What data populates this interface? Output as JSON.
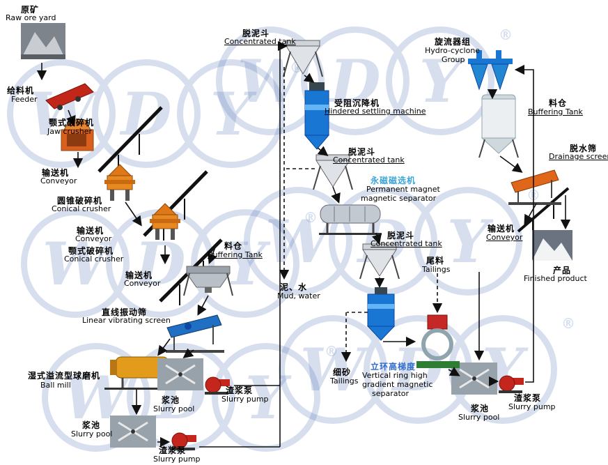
{
  "watermark": {
    "letters": [
      "W",
      "D",
      "Y"
    ],
    "registered": "®"
  },
  "colors": {
    "watermark": "#3b63ae",
    "highlight_teal": "#3aa4d8",
    "highlight_blue": "#2f6bd0",
    "arrow": "#111111"
  },
  "labels": {
    "raw_ore": {
      "cn": "原矿",
      "en": "Raw ore yard"
    },
    "feeder": {
      "cn": "给料机",
      "en": "Feeder"
    },
    "jaw_crusher": {
      "cn": "颚式破碎机",
      "en": "Jaw crusher"
    },
    "conveyor1": {
      "cn": "输送机",
      "en": "Conveyor"
    },
    "conical_crusher1": {
      "cn": "圆锥破碎机",
      "en": "Conical crusher"
    },
    "conveyor2": {
      "cn": "输送机",
      "en": "Conveyor"
    },
    "conical_crusher2": {
      "cn": "颚式破碎机",
      "en": "Conical crusher"
    },
    "conveyor3": {
      "cn": "输送机",
      "en": "Conveyor"
    },
    "buffering_tank1": {
      "cn": "料仓",
      "en": "Buffering Tank"
    },
    "vibrating_screen": {
      "cn": "直线振动筛",
      "en": "Linear vibrating screen"
    },
    "ball_mill": {
      "cn": "湿式溢流型球磨机",
      "en": "Ball mill"
    },
    "slurry_pool1": {
      "cn": "浆池",
      "en": "Slurry pool"
    },
    "slurry_pump1": {
      "cn": "渣浆泵",
      "en": "Slurry pump"
    },
    "slurry_pool2": {
      "cn": "浆池",
      "en": "Slurry pool"
    },
    "slurry_pump2": {
      "cn": "渣浆泵",
      "en": "Slurry pump"
    },
    "concentrated_tank1": {
      "cn": "脱泥斗",
      "en": "Concentrated tank"
    },
    "hindered_settling": {
      "cn": "受阻沉降机",
      "en": "Hindered settling machine"
    },
    "concentrated_tank2": {
      "cn": "脱泥斗",
      "en": "Concentrated tank"
    },
    "magnetic_separator": {
      "cn": "永磁磁选机",
      "en1": "Permanent magnet",
      "en2": "magnetic separator"
    },
    "concentrated_tank3": {
      "cn": "脱泥斗",
      "en": "Concentrated tank"
    },
    "mud_water": {
      "cn": "泥、水",
      "en": "Mud, water"
    },
    "tailings1": {
      "cn": "尾料",
      "en": "Tailings"
    },
    "fine_sand": {
      "cn": "细砂",
      "en": "Tailings"
    },
    "vrhg_separator": {
      "cn": "立环高梯度",
      "en1": "Vertical ring high",
      "en2": "gradient magnetic",
      "en3": "separator"
    },
    "slurry_pool3": {
      "cn": "浆池",
      "en": "Slurry pool"
    },
    "slurry_pump3": {
      "cn": "渣浆泵",
      "en": "Slurry pump"
    },
    "hydrocyclone": {
      "cn": "旋流器组",
      "en1": "Hydro-cyclone",
      "en2": "Group"
    },
    "buffering_tank2": {
      "cn": "料仓",
      "en": "Buffering Tank"
    },
    "drainage_screen": {
      "cn": "脱水筛",
      "en": "Drainage screen"
    },
    "conveyor4": {
      "cn": "输送机",
      "en": "Conveyor"
    },
    "finished_product": {
      "cn": "产品",
      "en": "Finished product"
    }
  }
}
